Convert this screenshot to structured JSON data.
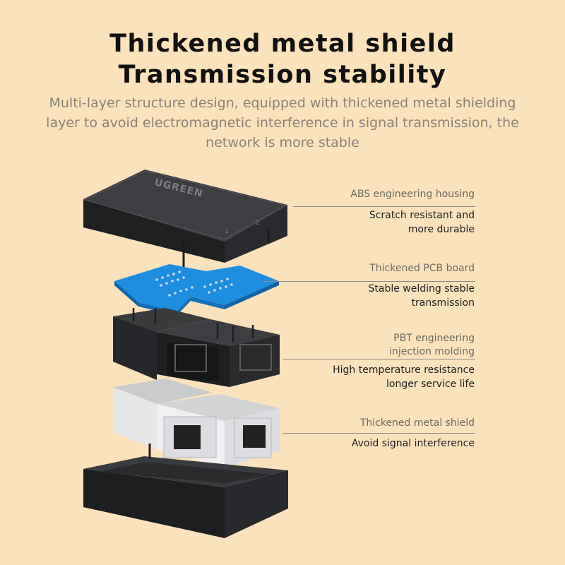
{
  "heading": {
    "line1": "Thickened metal shield",
    "line2": "Transmission stability"
  },
  "subtitle": "Multi-layer structure design, equipped with thickened metal shielding layer to avoid electromagnetic interference in signal transmission, the network is more stable",
  "product": {
    "brand": "UGREEN",
    "port_numbers": [
      "1",
      "2"
    ]
  },
  "features": [
    {
      "title": "ABS engineering housing",
      "desc": [
        "Scratch resistant and",
        "more durable"
      ]
    },
    {
      "title": "Thickened PCB board",
      "desc": [
        "Stable welding stable",
        "transmission"
      ]
    },
    {
      "title": [
        "PBT engineering",
        "injection molding"
      ],
      "desc": [
        "High temperature resistance",
        "longer service life"
      ]
    },
    {
      "title": "Thickened metal shield",
      "desc": [
        "Avoid signal interference"
      ]
    }
  ],
  "colors": {
    "background": "#fae2bd",
    "housing": "#2b2c2e",
    "pcb": "#1f8fe0",
    "shield": "#dcdddf"
  }
}
